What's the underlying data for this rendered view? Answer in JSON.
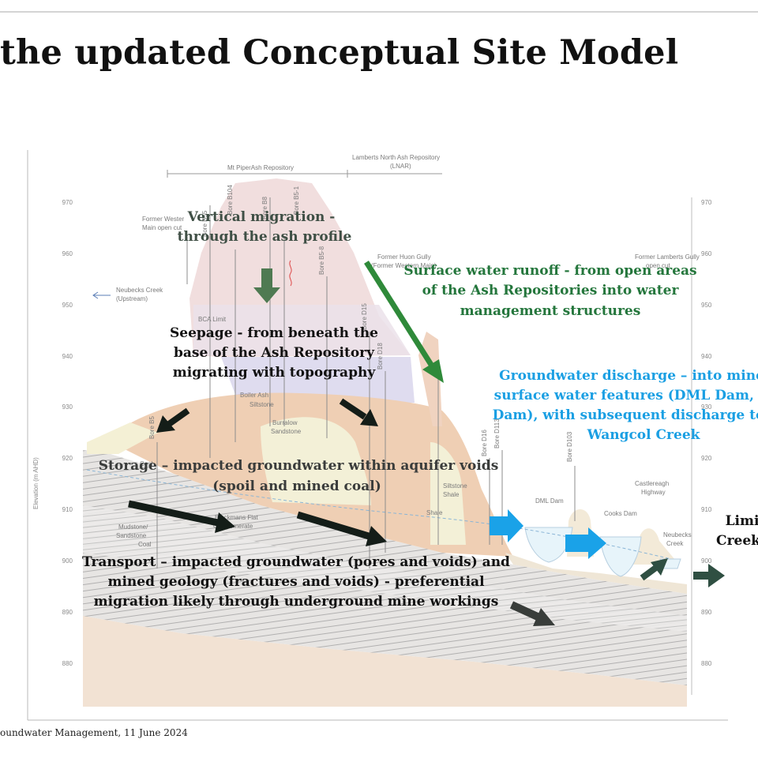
{
  "slide": {
    "title": "the updated Conceptual Site Model",
    "footer": "oundwater Management, 11 June 2024"
  },
  "diagram": {
    "repositories": {
      "mt_piper": "Mt PiperAsh Repository",
      "lambert_north_1": "Lamberts North Ash Repository",
      "lambert_north_2": "(LNAR)"
    },
    "features": {
      "neubecks_upstream_1": "Neubecks Creek",
      "neubecks_upstream_2": "(Upstream)",
      "former_western_1": "Former Wester",
      "former_western_2": "Main open cut",
      "former_huon_1": "Former Huon Gully",
      "former_huon_2": "(Former Western Main)",
      "former_lamberts_1": "Former Lamberts Gully",
      "former_lamberts_2": "open cut",
      "bca_limit": "BCA Limit",
      "boiler_ash": "Boiler Ash",
      "siltstone": "Siltstone",
      "burralow_1": "Burralow",
      "burralow_2": "Sandstone",
      "coal": "Coal",
      "blackmans_1": "Blackmans Flat",
      "blackmans_2": "Conglomerate",
      "mudstone_1": "Mudstone/",
      "mudstone_2": "Sandstone",
      "coal_lower": "Coal",
      "siltstone_shale_1": "Siltstone",
      "siltstone_shale_2": "Shale",
      "shale": "Shale",
      "dml_dam": "DML Dam",
      "cooks_dam": "Cooks Dam",
      "castlereagh_1": "Castlereagh",
      "castlereagh_2": "Highway",
      "neubecks_down_1": "Neubecks",
      "neubecks_down_2": "Creek",
      "elevation_label": "Elevation (m AHD)"
    },
    "bores": [
      "Bore B55",
      "Bore B104",
      "Bore B8",
      "Bore B5-1",
      "Bore B5-8",
      "Bore D15",
      "Bore D18",
      "Bore B5",
      "Bore D16",
      "Bore D113",
      "Bore D103"
    ],
    "elevation_ticks_left": [
      "970",
      "960",
      "950",
      "940",
      "930",
      "920",
      "910",
      "900",
      "890",
      "880"
    ],
    "elevation_ticks_right": [
      "970",
      "960",
      "950",
      "940",
      "930",
      "920",
      "910",
      "900",
      "890",
      "880"
    ],
    "annotations": {
      "vertical_1": "Vertical migration -",
      "vertical_2": "through the ash profile",
      "runoff_1": "Surface water runoff - from open areas",
      "runoff_2": "of the Ash Repositories into water",
      "runoff_3": "management structures",
      "seepage_1": "Seepage - from beneath the",
      "seepage_2": "base of the Ash Repository",
      "seepage_3": "migrating with topography",
      "gw_1": "Groundwater discharge – into mine",
      "gw_2": "surface water features (DML Dam, C",
      "gw_3": "Dam), with subsequent discharge to",
      "gw_4": "Wangcol Creek",
      "storage_1": "Storage – impacted groundwater within aquifer voids",
      "storage_2": "(spoil and mined coal)",
      "transport_1": "Transport – impacted groundwater (pores and voids) and",
      "transport_2": "mined geology (fractures and voids) - preferential",
      "transport_3": "migration likely through underground mine workings",
      "limit_1": "Limi",
      "limit_2": "Creek"
    },
    "colors": {
      "ash_pink": "#f1dede",
      "boiler_lavender": "#dfdcef",
      "spoil_tan": "#efcfb4",
      "sandstone_cream": "#f3f0d7",
      "lower_tan": "#f2e2d3",
      "water_blue": "#e7f4fa",
      "runoff_green": "#2f8a3a",
      "vertical_green": "#4f7a52",
      "gw_blue": "#1aa2e8",
      "dark_arrow": "#141d18",
      "gray_arrow": "#393d3a",
      "outflow_green": "#2f4f42"
    }
  }
}
